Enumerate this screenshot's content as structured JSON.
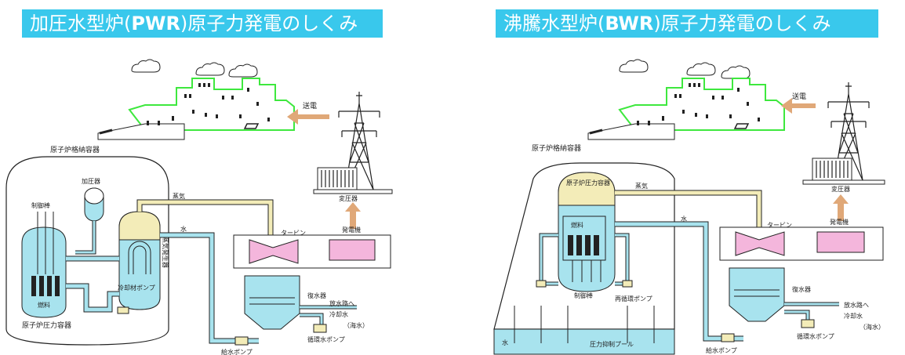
{
  "pwr": {
    "title_pre": "加圧水型炉(",
    "title_abbr": "PWR",
    "title_post": ")原子力発電のしくみ",
    "containment": "原子炉格納容器",
    "pressurizer": "加圧器",
    "control_rod": "制御棒",
    "fuel": "燃料",
    "reactor_vessel": "原子炉圧力容器",
    "steam_generator": "蒸気発生器",
    "coolant_pump": "冷却材ポンプ",
    "water": "水",
    "steam": "蒸気",
    "turbine": "タービン",
    "generator": "発電機",
    "transformer": "変圧器",
    "power_out": "送電",
    "condenser": "復水器",
    "outflow": "放水路へ",
    "cooling_water": "冷却水",
    "seawater": "（海水）",
    "circ_pump": "循環水ポンプ",
    "feed_pump": "給水ポンプ"
  },
  "bwr": {
    "title_pre": "沸騰水型炉(",
    "title_abbr": "BWR",
    "title_post": ")原子力発電のしくみ",
    "containment": "原子炉格納容器",
    "reactor_vessel": "原子炉圧力容器",
    "fuel": "燃料",
    "control_rod": "制御棒",
    "recirc_pump": "再循環ポンプ",
    "steam": "蒸気",
    "water": "水",
    "turbine": "タービン",
    "generator": "発電機",
    "transformer": "変圧器",
    "power_out": "送電",
    "condenser": "復水器",
    "outflow": "放水路へ",
    "cooling_water": "冷却水",
    "seawater": "（海水）",
    "circ_pump": "循環水ポンプ",
    "feed_pump": "給水ポンプ",
    "suppression_pool": "圧力抑制プール",
    "pool_water": "水"
  },
  "colors": {
    "banner": "#39c8ec",
    "water": "#a8e3ee",
    "steam": "#f3ecb8",
    "generator": "#f4b6dc",
    "arrow": "#e0a878",
    "city": "#3ee83e"
  }
}
